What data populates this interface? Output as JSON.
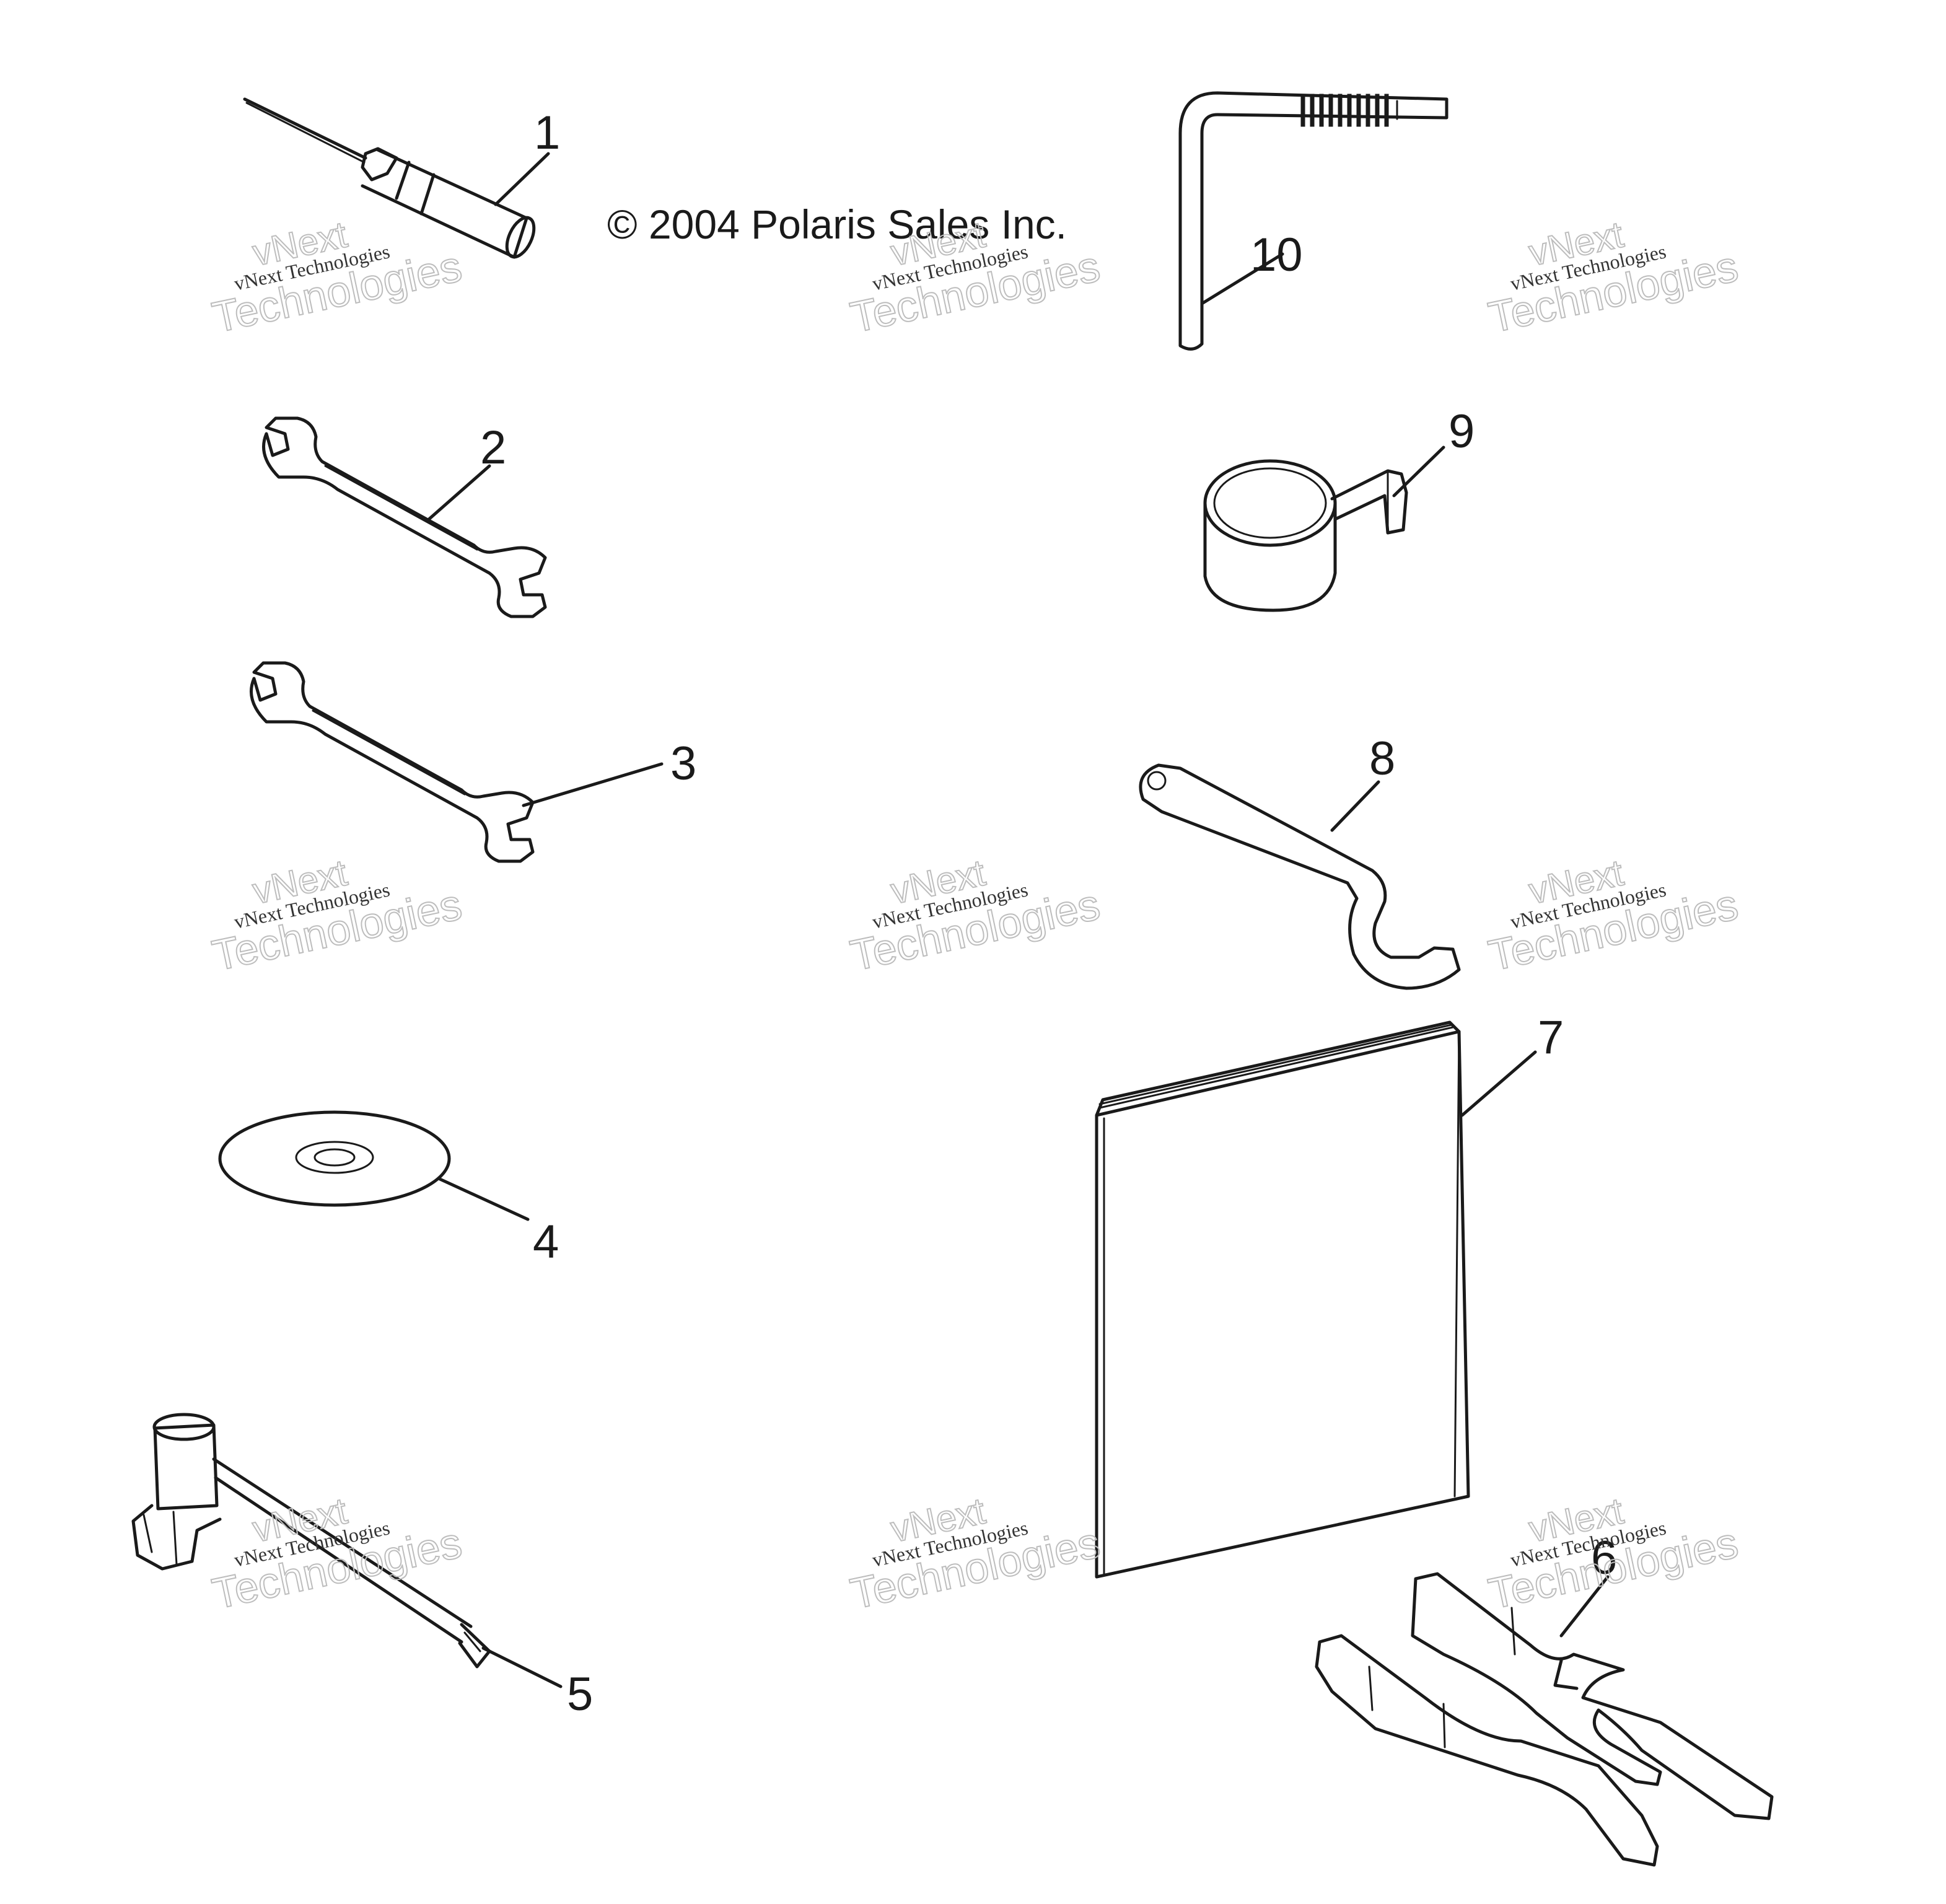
{
  "copyright": "© 2004 Polaris Sales Inc.",
  "watermark": {
    "brand": "vNext",
    "word": "Technologies",
    "line": "vNext Technologies"
  },
  "callouts": [
    "1",
    "2",
    "3",
    "4",
    "5",
    "6",
    "7",
    "8",
    "9",
    "10"
  ],
  "colors": {
    "ink": "#1a1a1a",
    "watermark": "#bdbdbd",
    "background": "#ffffff"
  }
}
